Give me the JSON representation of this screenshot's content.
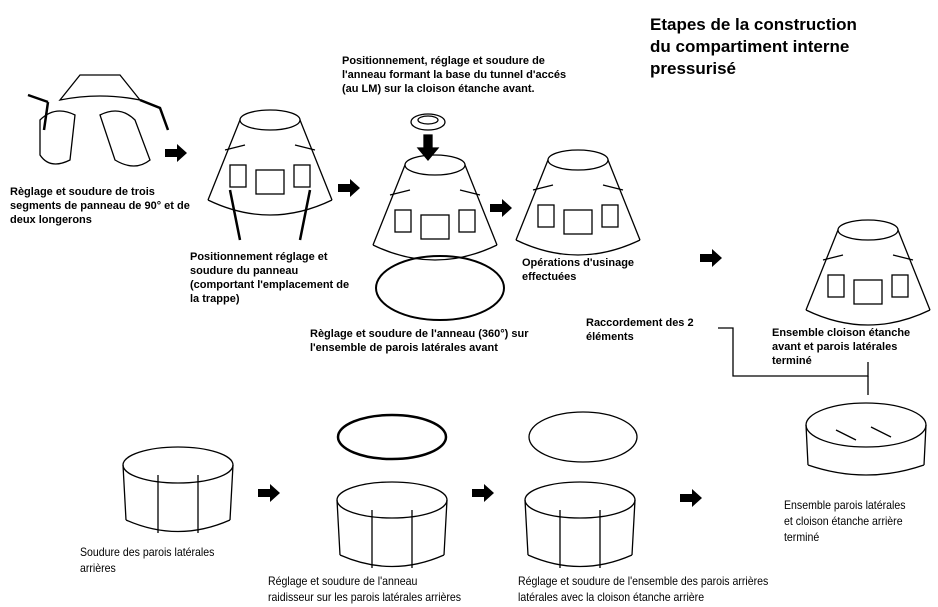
{
  "title": "Etapes de la construction\ndu compartiment interne\npressurisé",
  "steps": {
    "s1": "Règlage et soudure de trois\nsegments de panneau de 90° et de\ndeux longerons",
    "s2": "Positionnement réglage et\nsoudure du panneau\n(comportant l'emplacement de\nla trappe)",
    "s3": "Positionnement, réglage et soudure de\nl'anneau formant la base du tunnel d'accés\n(au LM) sur la cloison étanche avant.",
    "s4": "Règlage et soudure de l'anneau (360°) sur\nl'ensemble de parois latérales avant",
    "s5": "Opérations d'usinage\neffectuées",
    "s6": "Raccordement des 2\néléments",
    "s7": "Ensemble cloison étanche\navant et parois latérales\nterminé",
    "s8": "Soudure des parois latérales\narrières",
    "s9": "Réglage et soudure de l'anneau\nraidisseur sur les parois latérales arrières",
    "s10": "Réglage et soudure de l'ensemble des parois arrières\nlatérales avec la cloison étanche arrière",
    "s11": "Ensemble parois latérales\net cloison étanche arrière\nterminé"
  }
}
